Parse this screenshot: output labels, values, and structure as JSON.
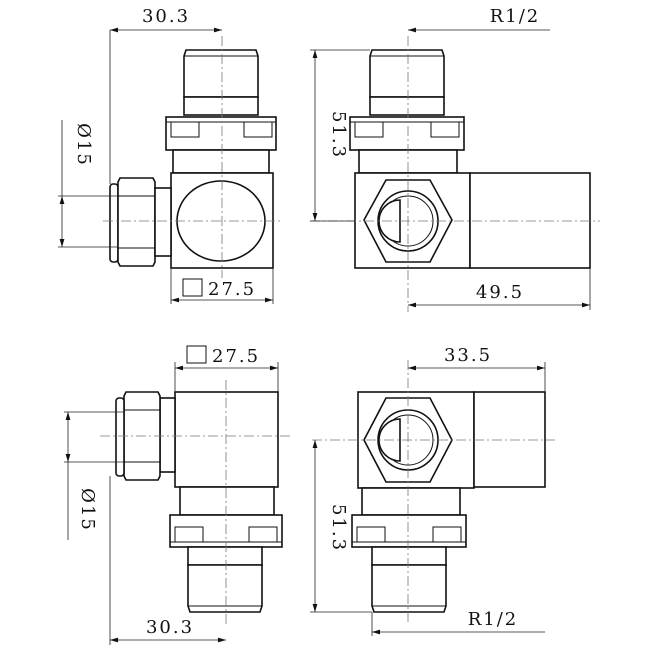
{
  "drawing": {
    "views": [
      {
        "name": "front-view-top",
        "dims": {
          "width_top": "30.3",
          "diameter": "15",
          "square": "27.5"
        }
      },
      {
        "name": "side-view-top",
        "dims": {
          "thread": "R1/2",
          "height": "51.3",
          "depth": "49.5"
        }
      },
      {
        "name": "front-view-bottom",
        "dims": {
          "square": "27.5",
          "diameter": "15",
          "width_bottom": "30.3"
        }
      },
      {
        "name": "side-view-bottom",
        "dims": {
          "depth": "33.5",
          "height": "51.3",
          "thread": "R1/2"
        }
      }
    ],
    "diameter_symbol": "Ø"
  }
}
